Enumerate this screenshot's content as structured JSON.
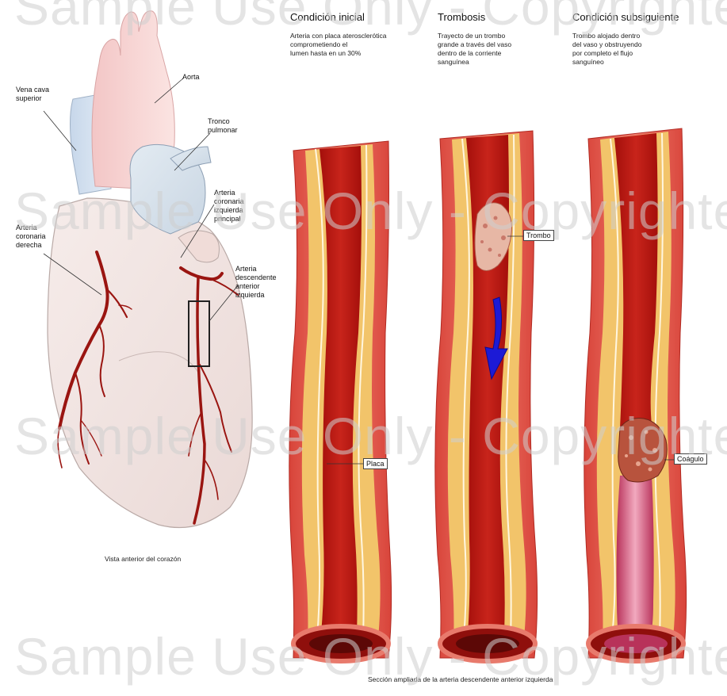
{
  "heart": {
    "labels": {
      "vena_cava": "Vena cava\nsuperior",
      "aorta": "Aorta",
      "pulmonary_trunk": "Tronco\npulmonar",
      "left_main": "Arteria\ncoronaria\nizquierda\nprincipal",
      "right_coronary": "Arteria\ncoronaria\nderecha",
      "lad": "Arteria\ndescendente\nanterior\nizquierda"
    },
    "caption": "Vista anterior del corazón"
  },
  "panels": [
    {
      "title": "Condición inicial",
      "description": "Arteria con placa aterosclerótica\ncomprometiendo el\nlumen hasta en un 30%",
      "tag": "Placa"
    },
    {
      "title": "Trombosis",
      "description": "Trayecto de un trombo\ngrande a través del vaso\ndentro de la corriente\nsanguínea",
      "tag": "Trombo"
    },
    {
      "title": "Condición subsiguiente",
      "description": "Trombo alojado dentro\ndel vaso y obstruyendo\npor completo el flujo\nsanguíneo",
      "tag": "Coágulo"
    }
  ],
  "bottom_caption": "Sección ampliada de la arteria descendente anterior izquierda",
  "watermark": "Sample Use Only - Copyrighted",
  "colors": {
    "artery_outer": "#e8716a",
    "artery_wall": "#c8302a",
    "plaque": "#f2c46a",
    "lumen": "#b3140f",
    "thrombus": "#e7b7a5",
    "arrow": "#1c1ad6"
  }
}
